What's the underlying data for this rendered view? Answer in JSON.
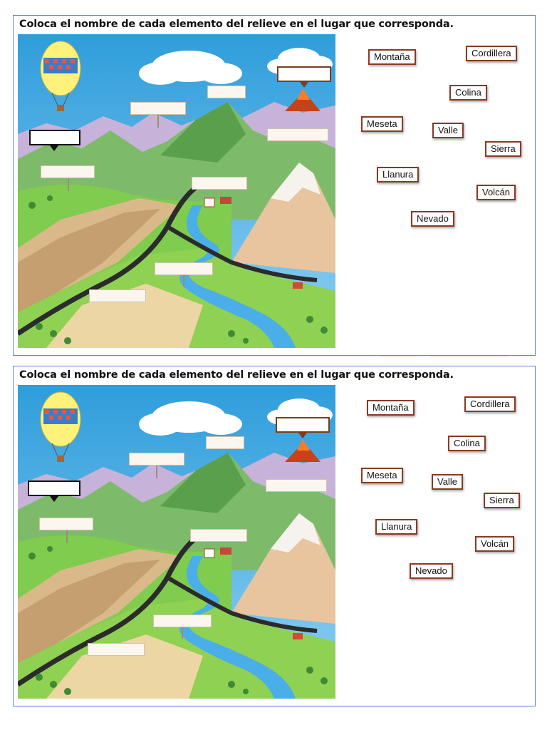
{
  "worksheet": {
    "instruction": "Coloca el nombre de cada elemento del relieve en el lugar que corresponda."
  },
  "word_bank": [
    {
      "key": "montana",
      "label": "Montaña"
    },
    {
      "key": "cordillera",
      "label": "Cordillera"
    },
    {
      "key": "colina",
      "label": "Colina"
    },
    {
      "key": "meseta",
      "label": "Meseta"
    },
    {
      "key": "valle",
      "label": "Valle"
    },
    {
      "key": "sierra",
      "label": "Sierra"
    },
    {
      "key": "llanura",
      "label": "Llanura"
    },
    {
      "key": "volcan",
      "label": "Volcán"
    },
    {
      "key": "nevado",
      "label": "Nevado"
    }
  ],
  "colors": {
    "sky": "#3fa7e0",
    "card_border": "#5b7fd6",
    "word_border": "#8a3a22",
    "grass": "#6cc04a",
    "river": "#4aaee8",
    "road": "#2b2b2b",
    "lava": "#e4471c"
  },
  "illustration_icons": [
    "hot-air-balloon-icon",
    "cloud-icon",
    "volcano-icon",
    "snowy-mountain-icon",
    "river-icon",
    "road-icon",
    "house-icon",
    "truck-icon"
  ]
}
